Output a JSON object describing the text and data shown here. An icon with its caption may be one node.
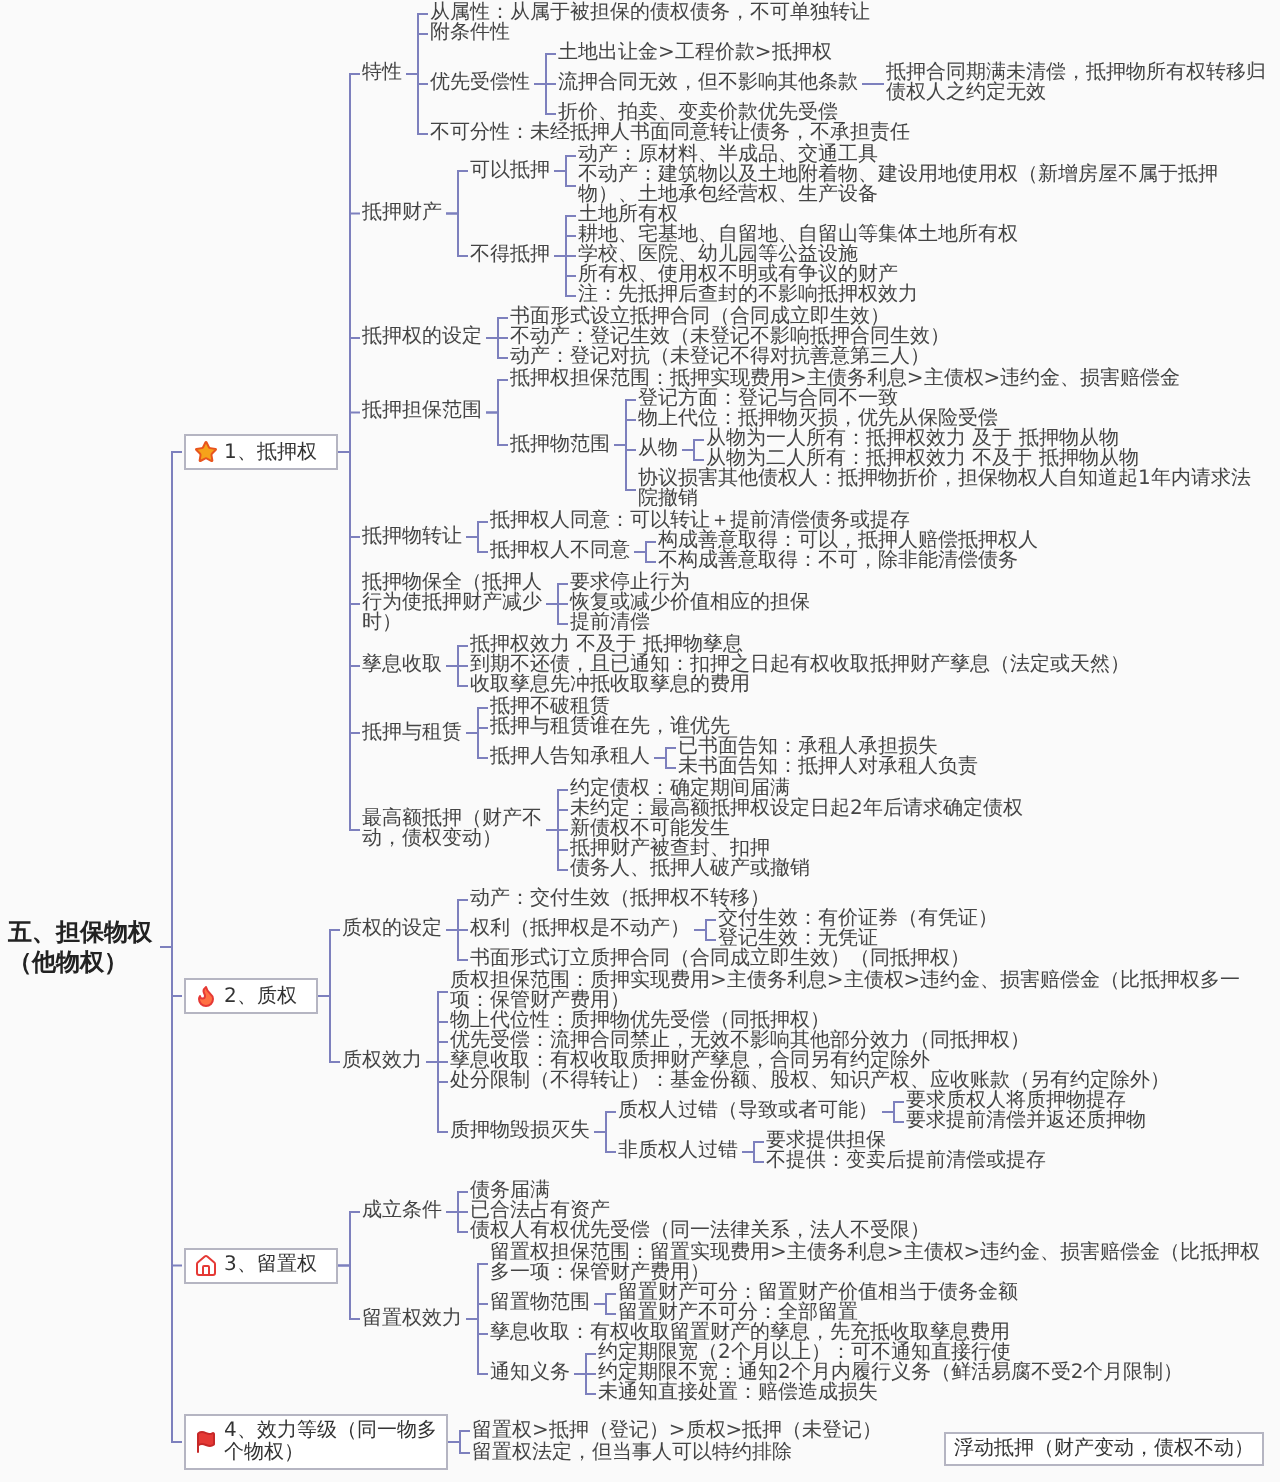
{
  "diagram": {
    "nodes": [
      {
        "text": [
          "五、担保物权（他物权）"
        ]
      },
      {
        "text": [
          "1、抵押权"
        ]
      },
      {
        "text": [
          "特性"
        ]
      },
      {
        "text": [
          "从属性：从属于被担保的债权债务，不可单独转让"
        ]
      },
      {
        "text": [
          "附条件性"
        ]
      },
      {
        "text": [
          "优先受偿性"
        ]
      },
      {
        "text": [
          "土地出让金>工程价款>抵押权"
        ]
      },
      {
        "text": [
          "流押合同无效，但不影响其他条款"
        ]
      },
      {
        "text": [
          "抵押合同期满未清偿，抵押物所有权转移归债权人之约定无效"
        ]
      },
      {
        "text": [
          "折价、拍卖、变卖价款优先受偿"
        ]
      },
      {
        "text": [
          "不可分性：未经抵押人书面同意转让债务，不承担责任"
        ]
      },
      {
        "text": [
          "抵押财产"
        ]
      },
      {
        "text": [
          "可以抵押"
        ]
      },
      {
        "text": [
          "动产：原材料、半成品、交通工具"
        ]
      },
      {
        "text": [
          "不动产：建筑物以及土地附着物、建设用地使用权（新增房屋不属于抵押物）、土地承包经营权、生产设备"
        ]
      },
      {
        "text": [
          "不得抵押"
        ]
      },
      {
        "text": [
          "土地所有权"
        ]
      },
      {
        "text": [
          "耕地、宅基地、自留地、自留山等集体土地所有权"
        ]
      },
      {
        "text": [
          "学校、医院、幼儿园等公益设施"
        ]
      },
      {
        "text": [
          "所有权、使用权不明或有争议的财产"
        ]
      },
      {
        "text": [
          "注：先抵押后查封的不影响抵押权效力"
        ]
      },
      {
        "text": [
          "抵押权的设定"
        ]
      },
      {
        "text": [
          "书面形式设立抵押合同（合同成立即生效）"
        ]
      },
      {
        "text": [
          "不动产：登记生效（未登记不影响抵押合同生效）"
        ]
      },
      {
        "text": [
          "动产：登记对抗（未登记不得对抗善意第三人）"
        ]
      },
      {
        "text": [
          "抵押担保范围"
        ]
      },
      {
        "text": [
          "抵押权担保范围：抵押实现费用>主债务利息>主债权>违约金、损害赔偿金"
        ]
      },
      {
        "text": [
          "抵押物范围"
        ]
      },
      {
        "text": [
          "登记方面：登记与合同不一致"
        ]
      },
      {
        "text": [
          "物上代位：抵押物灭损，优先从保险受偿"
        ]
      },
      {
        "text": [
          "从物"
        ]
      },
      {
        "text": [
          "从物为一人所有：抵押权效力 及于 抵押物从物"
        ]
      },
      {
        "text": [
          "从物为二人所有：抵押权效力 不及于 抵押物从物"
        ]
      },
      {
        "text": [
          "协议损害其他债权人：抵押物折价，担保物权人自知道起1年内请求法院撤销"
        ]
      },
      {
        "text": [
          "抵押物转让"
        ]
      },
      {
        "text": [
          "抵押权人同意：可以转让＋提前清偿债务或提存"
        ]
      },
      {
        "text": [
          "抵押权人不同意"
        ]
      },
      {
        "text": [
          "构成善意取得：可以，抵押人赔偿抵押权人"
        ]
      },
      {
        "text": [
          "不构成善意取得：不可，除非能清偿债务"
        ]
      },
      {
        "text": [
          "抵押物保全（抵押人行为使抵押财产减少时）"
        ]
      },
      {
        "text": [
          "要求停止行为"
        ]
      },
      {
        "text": [
          "恢复或减少价值相应的担保"
        ]
      },
      {
        "text": [
          "提前清偿"
        ]
      },
      {
        "text": [
          "孳息收取"
        ]
      },
      {
        "text": [
          "抵押权效力 不及于 抵押物孳息"
        ]
      },
      {
        "text": [
          "到期不还债，且已通知：扣押之日起有权收取抵押财产孳息（法定或天然）"
        ]
      },
      {
        "text": [
          "收取孳息先冲抵收取孳息的费用"
        ]
      },
      {
        "text": [
          "抵押与租赁"
        ]
      },
      {
        "text": [
          "抵押不破租赁"
        ]
      },
      {
        "text": [
          "抵押与租赁谁在先，谁优先"
        ]
      },
      {
        "text": [
          "抵押人告知承租人"
        ]
      },
      {
        "text": [
          "已书面告知：承租人承担损失"
        ]
      },
      {
        "text": [
          "未书面告知：抵押人对承租人负责"
        ]
      },
      {
        "text": [
          "最高额抵押（财产不动，债权变动）"
        ]
      },
      {
        "text": [
          "约定债权：确定期间届满"
        ]
      },
      {
        "text": [
          "未约定：最高额抵押权设定日起2年后请求确定债权"
        ]
      },
      {
        "text": [
          "新债权不可能发生"
        ]
      },
      {
        "text": [
          "抵押财产被查封、扣押"
        ]
      },
      {
        "text": [
          "债务人、抵押人破产或撤销"
        ]
      },
      {
        "text": [
          "2、质权"
        ]
      },
      {
        "text": [
          "质权的设定"
        ]
      },
      {
        "text": [
          "动产：交付生效（抵押权不转移）"
        ]
      },
      {
        "text": [
          "权利（抵押权是不动产）"
        ]
      },
      {
        "text": [
          "交付生效：有价证券（有凭证）"
        ]
      },
      {
        "text": [
          "登记生效：无凭证"
        ]
      },
      {
        "text": [
          "书面形式订立质押合同（合同成立即生效）（同抵押权）"
        ]
      },
      {
        "text": [
          "质权效力"
        ]
      },
      {
        "text": [
          "质权担保范围：质押实现费用>主债务利息>主债权>违约金、损害赔偿金（比抵押权多一项：保管财产费用）"
        ]
      },
      {
        "text": [
          "物上代位性：质押物优先受偿（同抵押权）"
        ]
      },
      {
        "text": [
          "优先受偿：流押合同禁止，无效不影响其他部分效力（同抵押权）"
        ]
      },
      {
        "text": [
          "孳息收取：有权收取质押财产孳息，合同另有约定除外"
        ]
      },
      {
        "text": [
          "处分限制（不得转让）：基金份额、股权、知识产权、应收账款（另有约定除外）"
        ]
      },
      {
        "text": [
          "质押物毁损灭失"
        ]
      },
      {
        "text": [
          "质权人过错（导致或者可能）"
        ]
      },
      {
        "text": [
          "要求质权人将质押物提存"
        ]
      },
      {
        "text": [
          "要求提前清偿并返还质押物"
        ]
      },
      {
        "text": [
          "非质权人过错"
        ]
      },
      {
        "text": [
          "要求提供担保"
        ]
      },
      {
        "text": [
          "不提供：变卖后提前清偿或提存"
        ]
      },
      {
        "text": [
          "3、留置权"
        ]
      },
      {
        "text": [
          "成立条件"
        ]
      },
      {
        "text": [
          "债务届满"
        ]
      },
      {
        "text": [
          "已合法占有资产"
        ]
      },
      {
        "text": [
          "债权人有权优先受偿（同一法律关系，法人不受限）"
        ]
      },
      {
        "text": [
          "留置权效力"
        ]
      },
      {
        "text": [
          "留置权担保范围：留置实现费用>主债务利息>主债权>违约金、损害赔偿金（比抵押权多一项：保管财产费用）"
        ]
      },
      {
        "text": [
          "留置物范围"
        ]
      },
      {
        "text": [
          "留置财产可分：留置财产价值相当于债务金额"
        ]
      },
      {
        "text": [
          "留置财产不可分：全部留置"
        ]
      },
      {
        "text": [
          "孳息收取：有权收取留置财产的孳息，先充抵收取孳息费用"
        ]
      },
      {
        "text": [
          "通知义务"
        ]
      },
      {
        "text": [
          "约定期限宽（2个月以上）：可不通知直接行使"
        ]
      },
      {
        "text": [
          "约定期限不宽：通知2个月内履行义务（鲜活易腐不受2个月限制）"
        ]
      },
      {
        "text": [
          "未通知直接处置：赔偿造成损失"
        ]
      },
      {
        "text": [
          "4、效力等级（同一物多个物权）"
        ]
      },
      {
        "text": [
          "留置权>抵押（登记）>质权>抵押（未登记）"
        ]
      },
      {
        "text": [
          "留置权法定，但当事人可以特约排除"
        ]
      },
      {
        "text": [
          "浮动抵押（财产变动，债权不动）"
        ]
      }
    ],
    "edges": [
      {
        "from": 0,
        "to": 1,
        "arrow": "none"
      },
      {
        "from": 1,
        "to": 2,
        "arrow": "none"
      },
      {
        "from": 2,
        "to": 3,
        "arrow": "none"
      },
      {
        "from": 2,
        "to": 4,
        "arrow": "none"
      },
      {
        "from": 2,
        "to": 5,
        "arrow": "none"
      },
      {
        "from": 5,
        "to": 6,
        "arrow": "none"
      },
      {
        "from": 5,
        "to": 7,
        "arrow": "none"
      },
      {
        "from": 7,
        "to": 8,
        "arrow": "none"
      },
      {
        "from": 5,
        "to": 9,
        "arrow": "none"
      },
      {
        "from": 2,
        "to": 10,
        "arrow": "none"
      },
      {
        "from": 1,
        "to": 11,
        "arrow": "none"
      },
      {
        "from": 11,
        "to": 12,
        "arrow": "none"
      },
      {
        "from": 12,
        "to": 13,
        "arrow": "none"
      },
      {
        "from": 12,
        "to": 14,
        "arrow": "none"
      },
      {
        "from": 11,
        "to": 15,
        "arrow": "none"
      },
      {
        "from": 15,
        "to": 16,
        "arrow": "none"
      },
      {
        "from": 15,
        "to": 17,
        "arrow": "none"
      },
      {
        "from": 15,
        "to": 18,
        "arrow": "none"
      },
      {
        "from": 15,
        "to": 19,
        "arrow": "none"
      },
      {
        "from": 15,
        "to": 20,
        "arrow": "none"
      },
      {
        "from": 1,
        "to": 21,
        "arrow": "none"
      },
      {
        "from": 21,
        "to": 22,
        "arrow": "none"
      },
      {
        "from": 21,
        "to": 23,
        "arrow": "none"
      },
      {
        "from": 21,
        "to": 24,
        "arrow": "none"
      },
      {
        "from": 1,
        "to": 25,
        "arrow": "none"
      },
      {
        "from": 25,
        "to": 26,
        "arrow": "none"
      },
      {
        "from": 25,
        "to": 27,
        "arrow": "none"
      },
      {
        "from": 27,
        "to": 28,
        "arrow": "none"
      },
      {
        "from": 27,
        "to": 29,
        "arrow": "none"
      },
      {
        "from": 27,
        "to": 30,
        "arrow": "none"
      },
      {
        "from": 30,
        "to": 31,
        "arrow": "none"
      },
      {
        "from": 30,
        "to": 32,
        "arrow": "none"
      },
      {
        "from": 27,
        "to": 33,
        "arrow": "none"
      },
      {
        "from": 1,
        "to": 34,
        "arrow": "none"
      },
      {
        "from": 34,
        "to": 35,
        "arrow": "none"
      },
      {
        "from": 34,
        "to": 36,
        "arrow": "none"
      },
      {
        "from": 36,
        "to": 37,
        "arrow": "none"
      },
      {
        "from": 36,
        "to": 38,
        "arrow": "none"
      },
      {
        "from": 1,
        "to": 39,
        "arrow": "none"
      },
      {
        "from": 39,
        "to": 40,
        "arrow": "none"
      },
      {
        "from": 39,
        "to": 41,
        "arrow": "none"
      },
      {
        "from": 39,
        "to": 42,
        "arrow": "none"
      },
      {
        "from": 1,
        "to": 43,
        "arrow": "none"
      },
      {
        "from": 43,
        "to": 44,
        "arrow": "none"
      },
      {
        "from": 43,
        "to": 45,
        "arrow": "none"
      },
      {
        "from": 43,
        "to": 46,
        "arrow": "none"
      },
      {
        "from": 1,
        "to": 47,
        "arrow": "none"
      },
      {
        "from": 47,
        "to": 48,
        "arrow": "none"
      },
      {
        "from": 47,
        "to": 49,
        "arrow": "none"
      },
      {
        "from": 47,
        "to": 50,
        "arrow": "none"
      },
      {
        "from": 50,
        "to": 51,
        "arrow": "none"
      },
      {
        "from": 50,
        "to": 52,
        "arrow": "none"
      },
      {
        "from": 1,
        "to": 53,
        "arrow": "none"
      },
      {
        "from": 53,
        "to": 54,
        "arrow": "none"
      },
      {
        "from": 53,
        "to": 55,
        "arrow": "none"
      },
      {
        "from": 53,
        "to": 56,
        "arrow": "none"
      },
      {
        "from": 53,
        "to": 57,
        "arrow": "none"
      },
      {
        "from": 53,
        "to": 58,
        "arrow": "none"
      },
      {
        "from": 0,
        "to": 59,
        "arrow": "none"
      },
      {
        "from": 59,
        "to": 60,
        "arrow": "none"
      },
      {
        "from": 60,
        "to": 61,
        "arrow": "none"
      },
      {
        "from": 60,
        "to": 62,
        "arrow": "none"
      },
      {
        "from": 62,
        "to": 63,
        "arrow": "none"
      },
      {
        "from": 62,
        "to": 64,
        "arrow": "none"
      },
      {
        "from": 60,
        "to": 65,
        "arrow": "none"
      },
      {
        "from": 59,
        "to": 66,
        "arrow": "none"
      },
      {
        "from": 66,
        "to": 67,
        "arrow": "none"
      },
      {
        "from": 66,
        "to": 68,
        "arrow": "none"
      },
      {
        "from": 66,
        "to": 69,
        "arrow": "none"
      },
      {
        "from": 66,
        "to": 70,
        "arrow": "none"
      },
      {
        "from": 66,
        "to": 71,
        "arrow": "none"
      },
      {
        "from": 66,
        "to": 72,
        "arrow": "none"
      },
      {
        "from": 72,
        "to": 73,
        "arrow": "none"
      },
      {
        "from": 73,
        "to": 74,
        "arrow": "none"
      },
      {
        "from": 73,
        "to": 75,
        "arrow": "none"
      },
      {
        "from": 72,
        "to": 76,
        "arrow": "none"
      },
      {
        "from": 76,
        "to": 77,
        "arrow": "none"
      },
      {
        "from": 76,
        "to": 78,
        "arrow": "none"
      },
      {
        "from": 0,
        "to": 79,
        "arrow": "none"
      },
      {
        "from": 79,
        "to": 80,
        "arrow": "none"
      },
      {
        "from": 80,
        "to": 81,
        "arrow": "none"
      },
      {
        "from": 80,
        "to": 82,
        "arrow": "none"
      },
      {
        "from": 80,
        "to": 83,
        "arrow": "none"
      },
      {
        "from": 79,
        "to": 84,
        "arrow": "none"
      },
      {
        "from": 84,
        "to": 85,
        "arrow": "none"
      },
      {
        "from": 84,
        "to": 86,
        "arrow": "none"
      },
      {
        "from": 86,
        "to": 87,
        "arrow": "none"
      },
      {
        "from": 86,
        "to": 88,
        "arrow": "none"
      },
      {
        "from": 84,
        "to": 89,
        "arrow": "none"
      },
      {
        "from": 84,
        "to": 90,
        "arrow": "none"
      },
      {
        "from": 90,
        "to": 91,
        "arrow": "none"
      },
      {
        "from": 90,
        "to": 92,
        "arrow": "none"
      },
      {
        "from": 90,
        "to": 93,
        "arrow": "none"
      },
      {
        "from": 0,
        "to": 94,
        "arrow": "none"
      },
      {
        "from": 94,
        "to": 95,
        "arrow": "none"
      },
      {
        "from": 94,
        "to": 96,
        "arrow": "none"
      }
    ]
  }
}
